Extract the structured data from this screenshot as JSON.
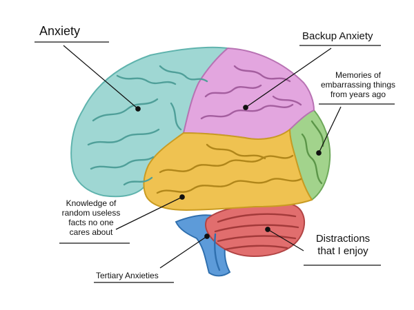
{
  "diagram": {
    "regions": [
      {
        "id": "frontal",
        "color": "#9fd7d3",
        "stroke": "#5fb3ad",
        "fold": "#4f9f99"
      },
      {
        "id": "parietal",
        "color": "#e3a6df",
        "stroke": "#b872b3",
        "fold": "#a45e9f"
      },
      {
        "id": "occipital",
        "color": "#a2d38c",
        "stroke": "#6ea95a",
        "fold": "#5b9548"
      },
      {
        "id": "temporal",
        "color": "#efc251",
        "stroke": "#c99b22",
        "fold": "#b0861a"
      },
      {
        "id": "cerebellum",
        "color": "#e16e6e",
        "stroke": "#b14444",
        "fold": "#a33a3a"
      },
      {
        "id": "brainstem",
        "color": "#5d9bd9",
        "stroke": "#2f6fae",
        "fold": "#2f6fae"
      }
    ]
  },
  "labels": {
    "anxiety": {
      "lines": [
        "Anxiety"
      ]
    },
    "backup": {
      "lines": [
        "Backup Anxiety"
      ]
    },
    "memories": {
      "lines": [
        "Memories of",
        "embarrassing things",
        "from years ago"
      ]
    },
    "knowledge": {
      "lines": [
        "Knowledge of",
        "random useless",
        "facts no one",
        "cares about"
      ]
    },
    "distractions": {
      "lines": [
        "Distractions",
        "that I enjoy"
      ]
    },
    "tertiary": {
      "lines": [
        "Tertiary Anxieties"
      ]
    }
  }
}
